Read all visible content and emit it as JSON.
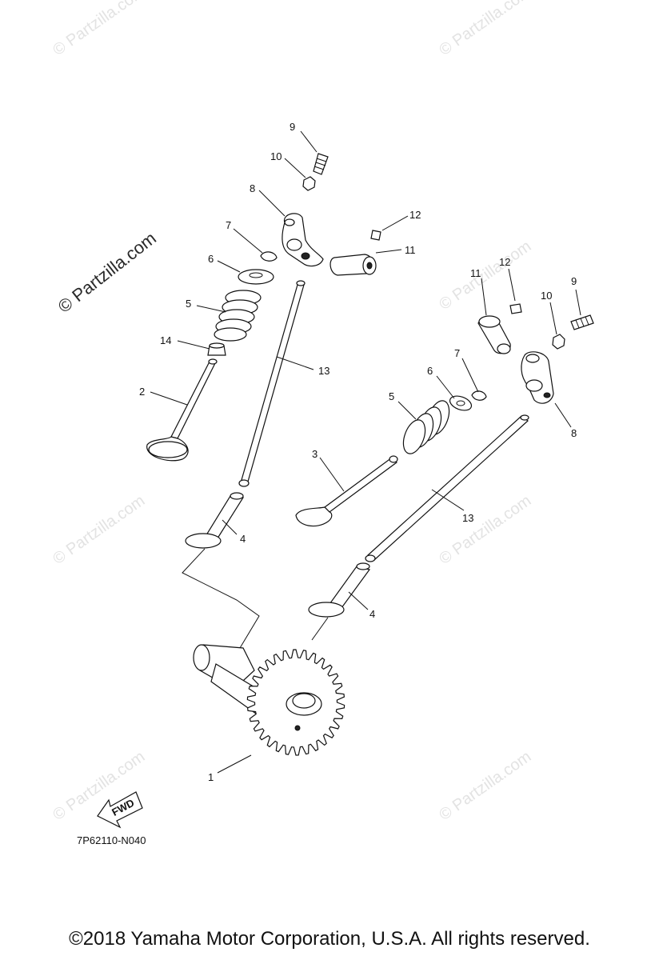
{
  "watermarks": {
    "brand_small": "© Partzilla.com",
    "brand_large": "© Partzilla.com"
  },
  "callouts": {
    "c1": "1",
    "c2": "2",
    "c3": "3",
    "c4a": "4",
    "c4b": "4",
    "c5a": "5",
    "c5b": "5",
    "c6a": "6",
    "c6b": "6",
    "c7a": "7",
    "c7b": "7",
    "c8a": "8",
    "c8b": "8",
    "c9a": "9",
    "c9b": "9",
    "c10a": "10",
    "c10b": "10",
    "c11a": "11",
    "c11b": "11",
    "c12a": "12",
    "c12b": "12",
    "c13a": "13",
    "c13b": "13",
    "c14": "14"
  },
  "fwd_label": "FWD",
  "diagram_code": "7P62110-N040",
  "copyright": "©2018  Yamaha Motor Corporation, U.S.A. All rights reserved."
}
